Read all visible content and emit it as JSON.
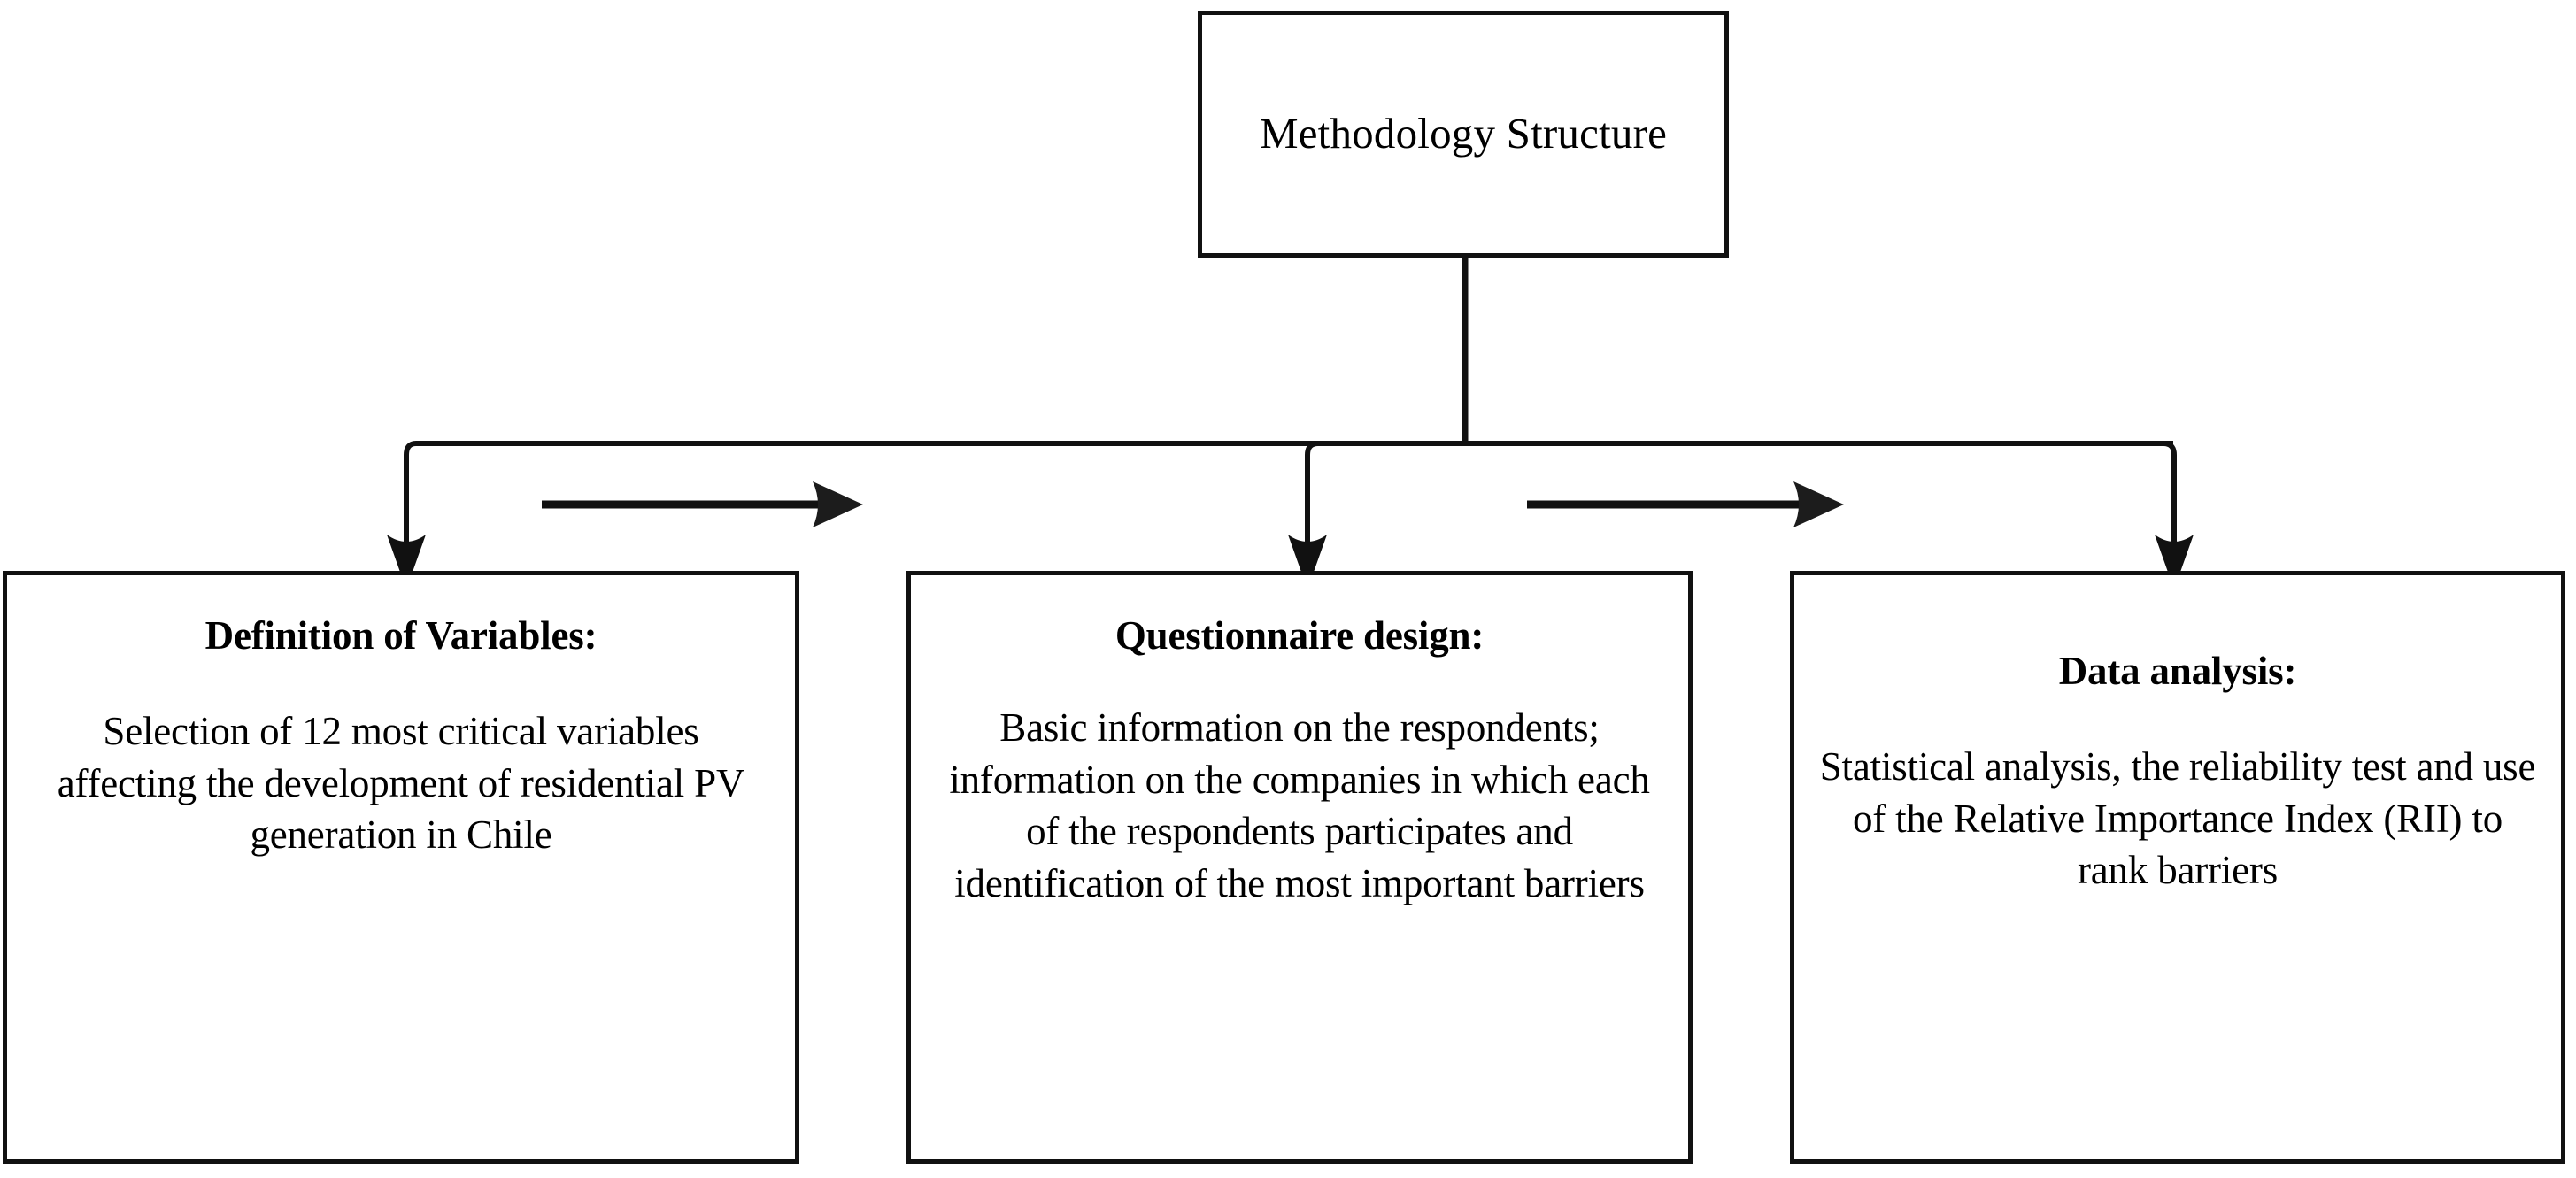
{
  "diagram": {
    "type": "flowchart",
    "orientation": "top-down",
    "background_color": "#ffffff",
    "line_color": "#111111",
    "text_color": "#000000",
    "root": {
      "id": "methodology-structure",
      "title": "Methodology\nStructure"
    },
    "branches": [
      {
        "id": "definition-of-variables",
        "heading": "Definition of Variables:",
        "body": "Selection of  12 most critical variables affecting the development of residential PV generation in Chile"
      },
      {
        "id": "questionnaire-design",
        "heading": "Questionnaire design:",
        "body": "Basic information on the respondents; information on the companies in which each of the respondents participates and identification of the most important barriers"
      },
      {
        "id": "data-analysis",
        "heading": "Data analysis:",
        "body": "Statistical analysis, the reliability test and use of the Relative Importance Index (RII) to rank barriers"
      }
    ],
    "connectors": [
      {
        "id": "root-to-bus",
        "kind": "vertical-stem",
        "from": "methodology-structure",
        "to": "distribution-bus",
        "arrowhead": false
      },
      {
        "id": "bus-to-definition-of-variables",
        "kind": "elbow-down",
        "from": "distribution-bus",
        "to": "definition-of-variables",
        "arrowhead": true
      },
      {
        "id": "bus-to-questionnaire-design",
        "kind": "elbow-down",
        "from": "distribution-bus",
        "to": "questionnaire-design",
        "arrowhead": true
      },
      {
        "id": "bus-to-data-analysis",
        "kind": "elbow-down",
        "from": "distribution-bus",
        "to": "data-analysis",
        "arrowhead": true
      },
      {
        "id": "sequence-variables-to-questionnaire",
        "kind": "horizontal-arrow",
        "from": "definition-of-variables",
        "to": "questionnaire-design",
        "arrowhead": true
      },
      {
        "id": "sequence-questionnaire-to-analysis",
        "kind": "horizontal-arrow",
        "from": "questionnaire-design",
        "to": "data-analysis",
        "arrowhead": true
      }
    ]
  }
}
